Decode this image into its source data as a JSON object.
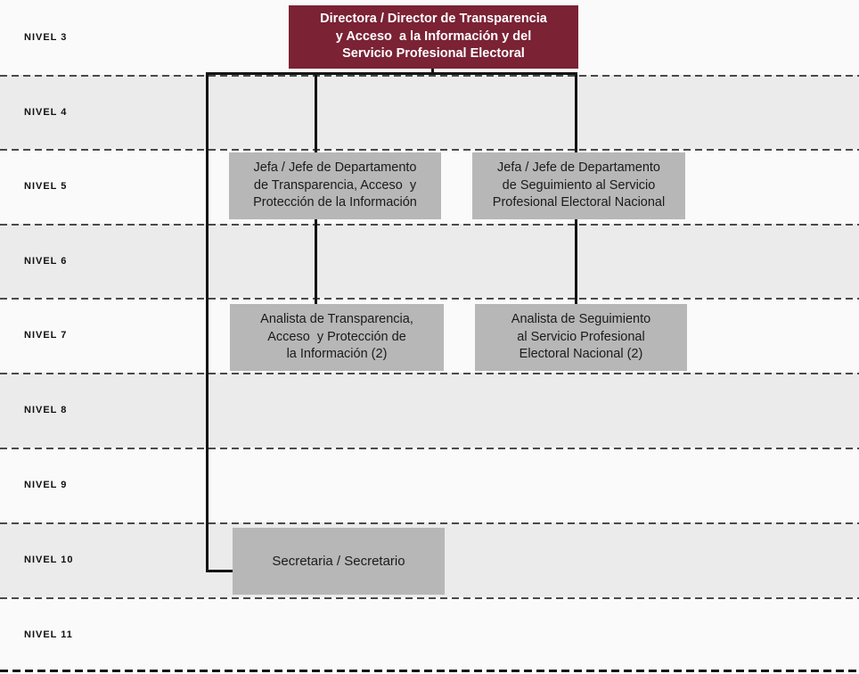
{
  "palette": {
    "root_box_maroon": "#7b2235",
    "child_box_gray": "#b7b7b7",
    "band_light": "#fafafa",
    "band_dark": "#ebebeb",
    "connector_black": "#141414",
    "dash_gray": "#4a4a4a"
  },
  "levels": [
    {
      "label": "NIVEL 3"
    },
    {
      "label": "NIVEL 4"
    },
    {
      "label": "NIVEL 5"
    },
    {
      "label": "NIVEL 6"
    },
    {
      "label": "NIVEL 7"
    },
    {
      "label": "NIVEL 8"
    },
    {
      "label": "NIVEL 9"
    },
    {
      "label": "NIVEL 10"
    },
    {
      "label": "NIVEL 11"
    }
  ],
  "boxes": {
    "director": "Directora / Director de Transparencia\ny Acceso  a la Información y del\nServicio Profesional Electoral",
    "jefe_transparencia": "Jefa / Jefe de Departamento\nde Transparencia, Acceso  y\nProtección de la Información",
    "jefe_seguimiento": "Jefa / Jefe de Departamento\nde Seguimiento al Servicio\nProfesional Electoral Nacional",
    "analista_transparencia": "Analista de Transparencia,\nAcceso  y Protección de\nla Información (2)",
    "analista_seguimiento": "Analista de Seguimiento\nal Servicio Profesional\nElectoral Nacional (2)",
    "secretaria": "Secretaria / Secretario"
  }
}
